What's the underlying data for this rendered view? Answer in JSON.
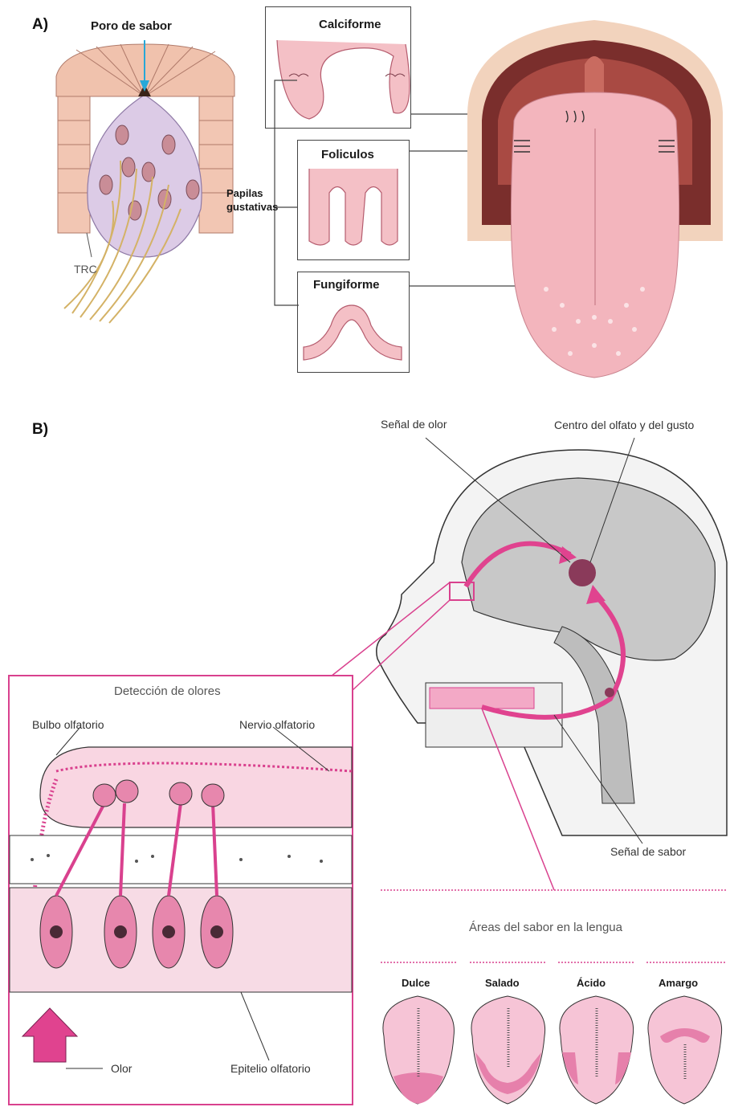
{
  "panel_a": {
    "letter": "A)",
    "taste_bud": {
      "pore_label": "Poro de sabor",
      "cell_label": "TRC"
    },
    "papillae_label_line1": "Papilas",
    "papillae_label_line2": "gustativas",
    "papillae": [
      {
        "name": "Calciforme"
      },
      {
        "name": "Foliculos"
      },
      {
        "name": "Fungiforme"
      }
    ]
  },
  "panel_b": {
    "letter": "B)",
    "head": {
      "smell_signal": "Señal de olor",
      "center": "Centro del olfato y del gusto",
      "taste_signal": "Señal de sabor"
    },
    "olfaction": {
      "title": "Detección de olores",
      "bulb": "Bulbo olfatorio",
      "nerve": "Nervio olfatorio",
      "odor": "Olor",
      "epithelium": "Epitelio olfatorio"
    },
    "tongue_areas": {
      "title": "Áreas del sabor en la lengua",
      "tastes": [
        "Dulce",
        "Salado",
        "Ácido",
        "Amargo"
      ]
    }
  },
  "colors": {
    "accent_pink": "#d9418e",
    "tissue_pink": "#f3b9c9",
    "bud_purple": "#d9c6e3",
    "brain_gray": "#c8c8c8",
    "nerve_gold": "#d4b266"
  }
}
